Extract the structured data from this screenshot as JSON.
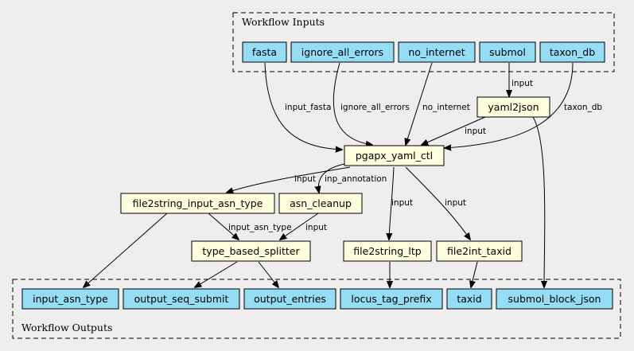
{
  "clusters": {
    "inputs": "Workflow Inputs",
    "outputs": "Workflow Outputs"
  },
  "inputs": {
    "fasta": "fasta",
    "ignore_all_errors": "ignore_all_errors",
    "no_internet": "no_internet",
    "submol": "submol",
    "taxon_db": "taxon_db"
  },
  "steps": {
    "yaml2json": "yaml2json",
    "pgapx_yaml_ctl": "pgapx_yaml_ctl",
    "file2string_input_asn_type": "file2string_input_asn_type",
    "asn_cleanup": "asn_cleanup",
    "type_based_splitter": "type_based_splitter",
    "file2string_ltp": "file2string_ltp",
    "file2int_taxid": "file2int_taxid"
  },
  "outputs": {
    "input_asn_type": "input_asn_type",
    "output_seq_submit": "output_seq_submit",
    "output_entries": "output_entries",
    "locus_tag_prefix": "locus_tag_prefix",
    "taxid": "taxid",
    "submol_block_json": "submol_block_json"
  },
  "edge_labels": {
    "input_fasta": "input_fasta",
    "ignore_all_errors": "ignore_all_errors",
    "no_internet": "no_internet",
    "submol_input": "input",
    "taxon_db": "taxon_db",
    "yaml2json_input": "input",
    "asn_type_input": "input",
    "inp_annotation": "inp_annotation",
    "ltp_input": "input",
    "taxid_input": "input",
    "input_asn_type": "input_asn_type",
    "cleanup_input": "input"
  },
  "colors": {
    "input_fill": "#94ddf4",
    "step_fill": "#ffffdd",
    "background": "#eeeeee"
  }
}
